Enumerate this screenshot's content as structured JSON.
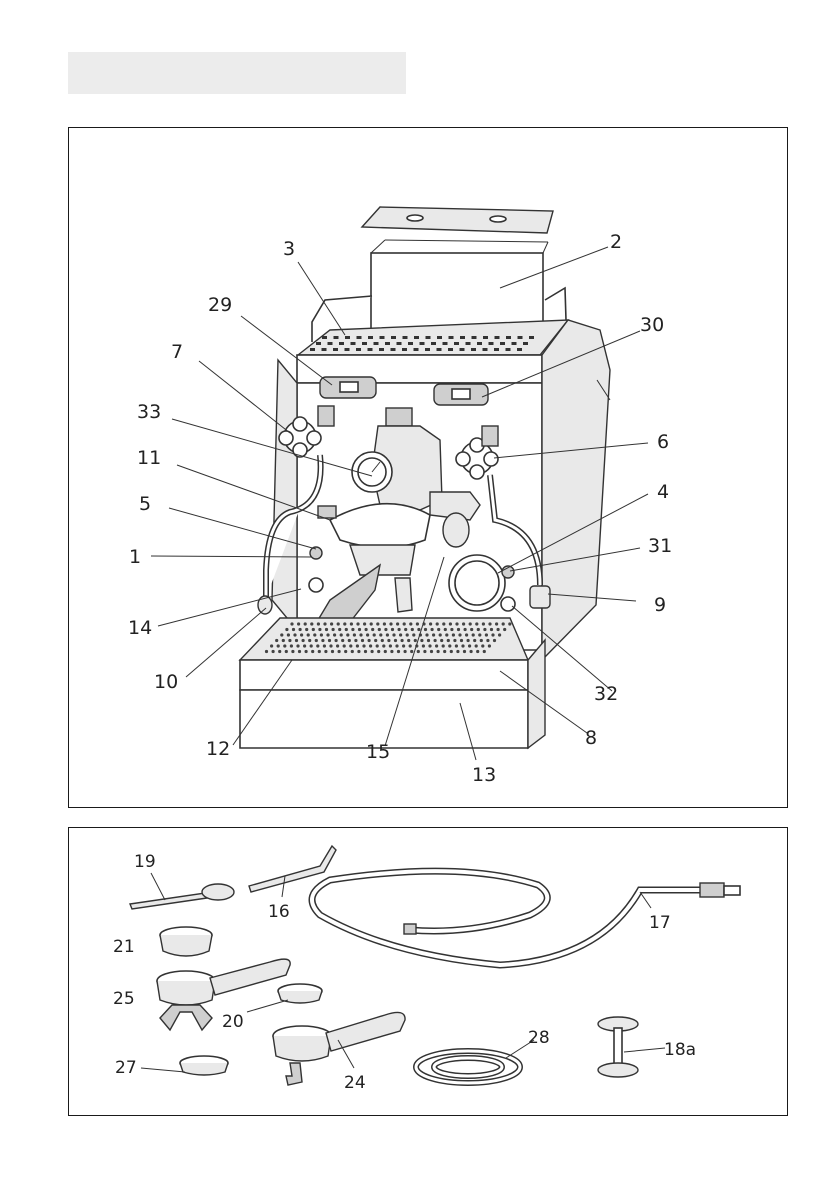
{
  "machine_labels": [
    "3",
    "2",
    "29",
    "30",
    "7",
    "33",
    "6",
    "11",
    "4",
    "5",
    "31",
    "1",
    "9",
    "14",
    "10",
    "32",
    "12",
    "8",
    "15",
    "13"
  ],
  "accessory_labels": [
    "19",
    "16",
    "17",
    "21",
    "25",
    "20",
    "28",
    "18a",
    "27",
    "24"
  ]
}
